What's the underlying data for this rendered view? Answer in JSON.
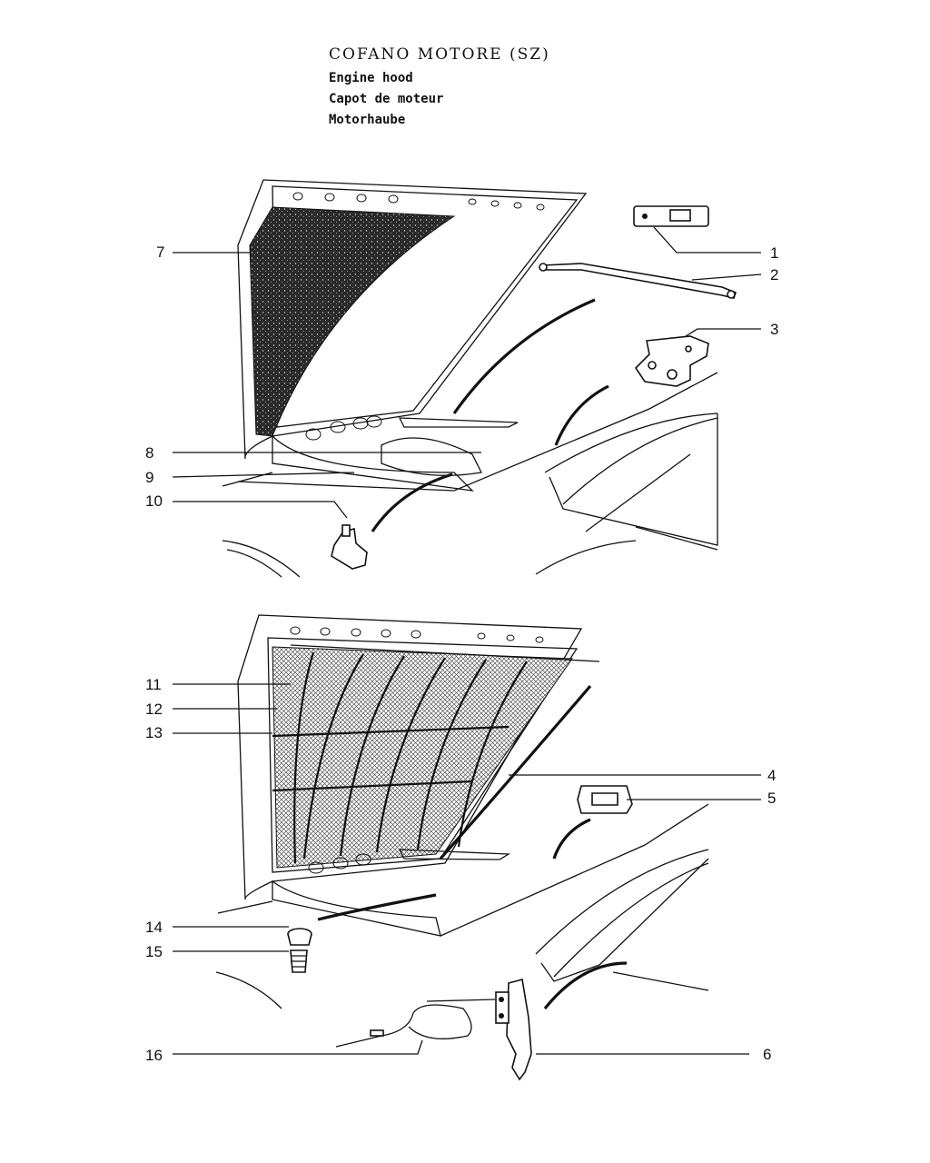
{
  "title": {
    "main": "COFANO MOTORE (SZ)",
    "lines": [
      "Engine hood",
      "Capot de moteur",
      "Motorhaube"
    ]
  },
  "callouts": [
    {
      "num": "1"
    },
    {
      "num": "2"
    },
    {
      "num": "3"
    },
    {
      "num": "4"
    },
    {
      "num": "5"
    },
    {
      "num": "6"
    },
    {
      "num": "7"
    },
    {
      "num": "8"
    },
    {
      "num": "9"
    },
    {
      "num": "10"
    },
    {
      "num": "11"
    },
    {
      "num": "12"
    },
    {
      "num": "13"
    },
    {
      "num": "14"
    },
    {
      "num": "15"
    },
    {
      "num": "16"
    }
  ],
  "colors": {
    "ink": "#111111",
    "paper": "#ffffff",
    "insulation": "#2a2a2a"
  }
}
